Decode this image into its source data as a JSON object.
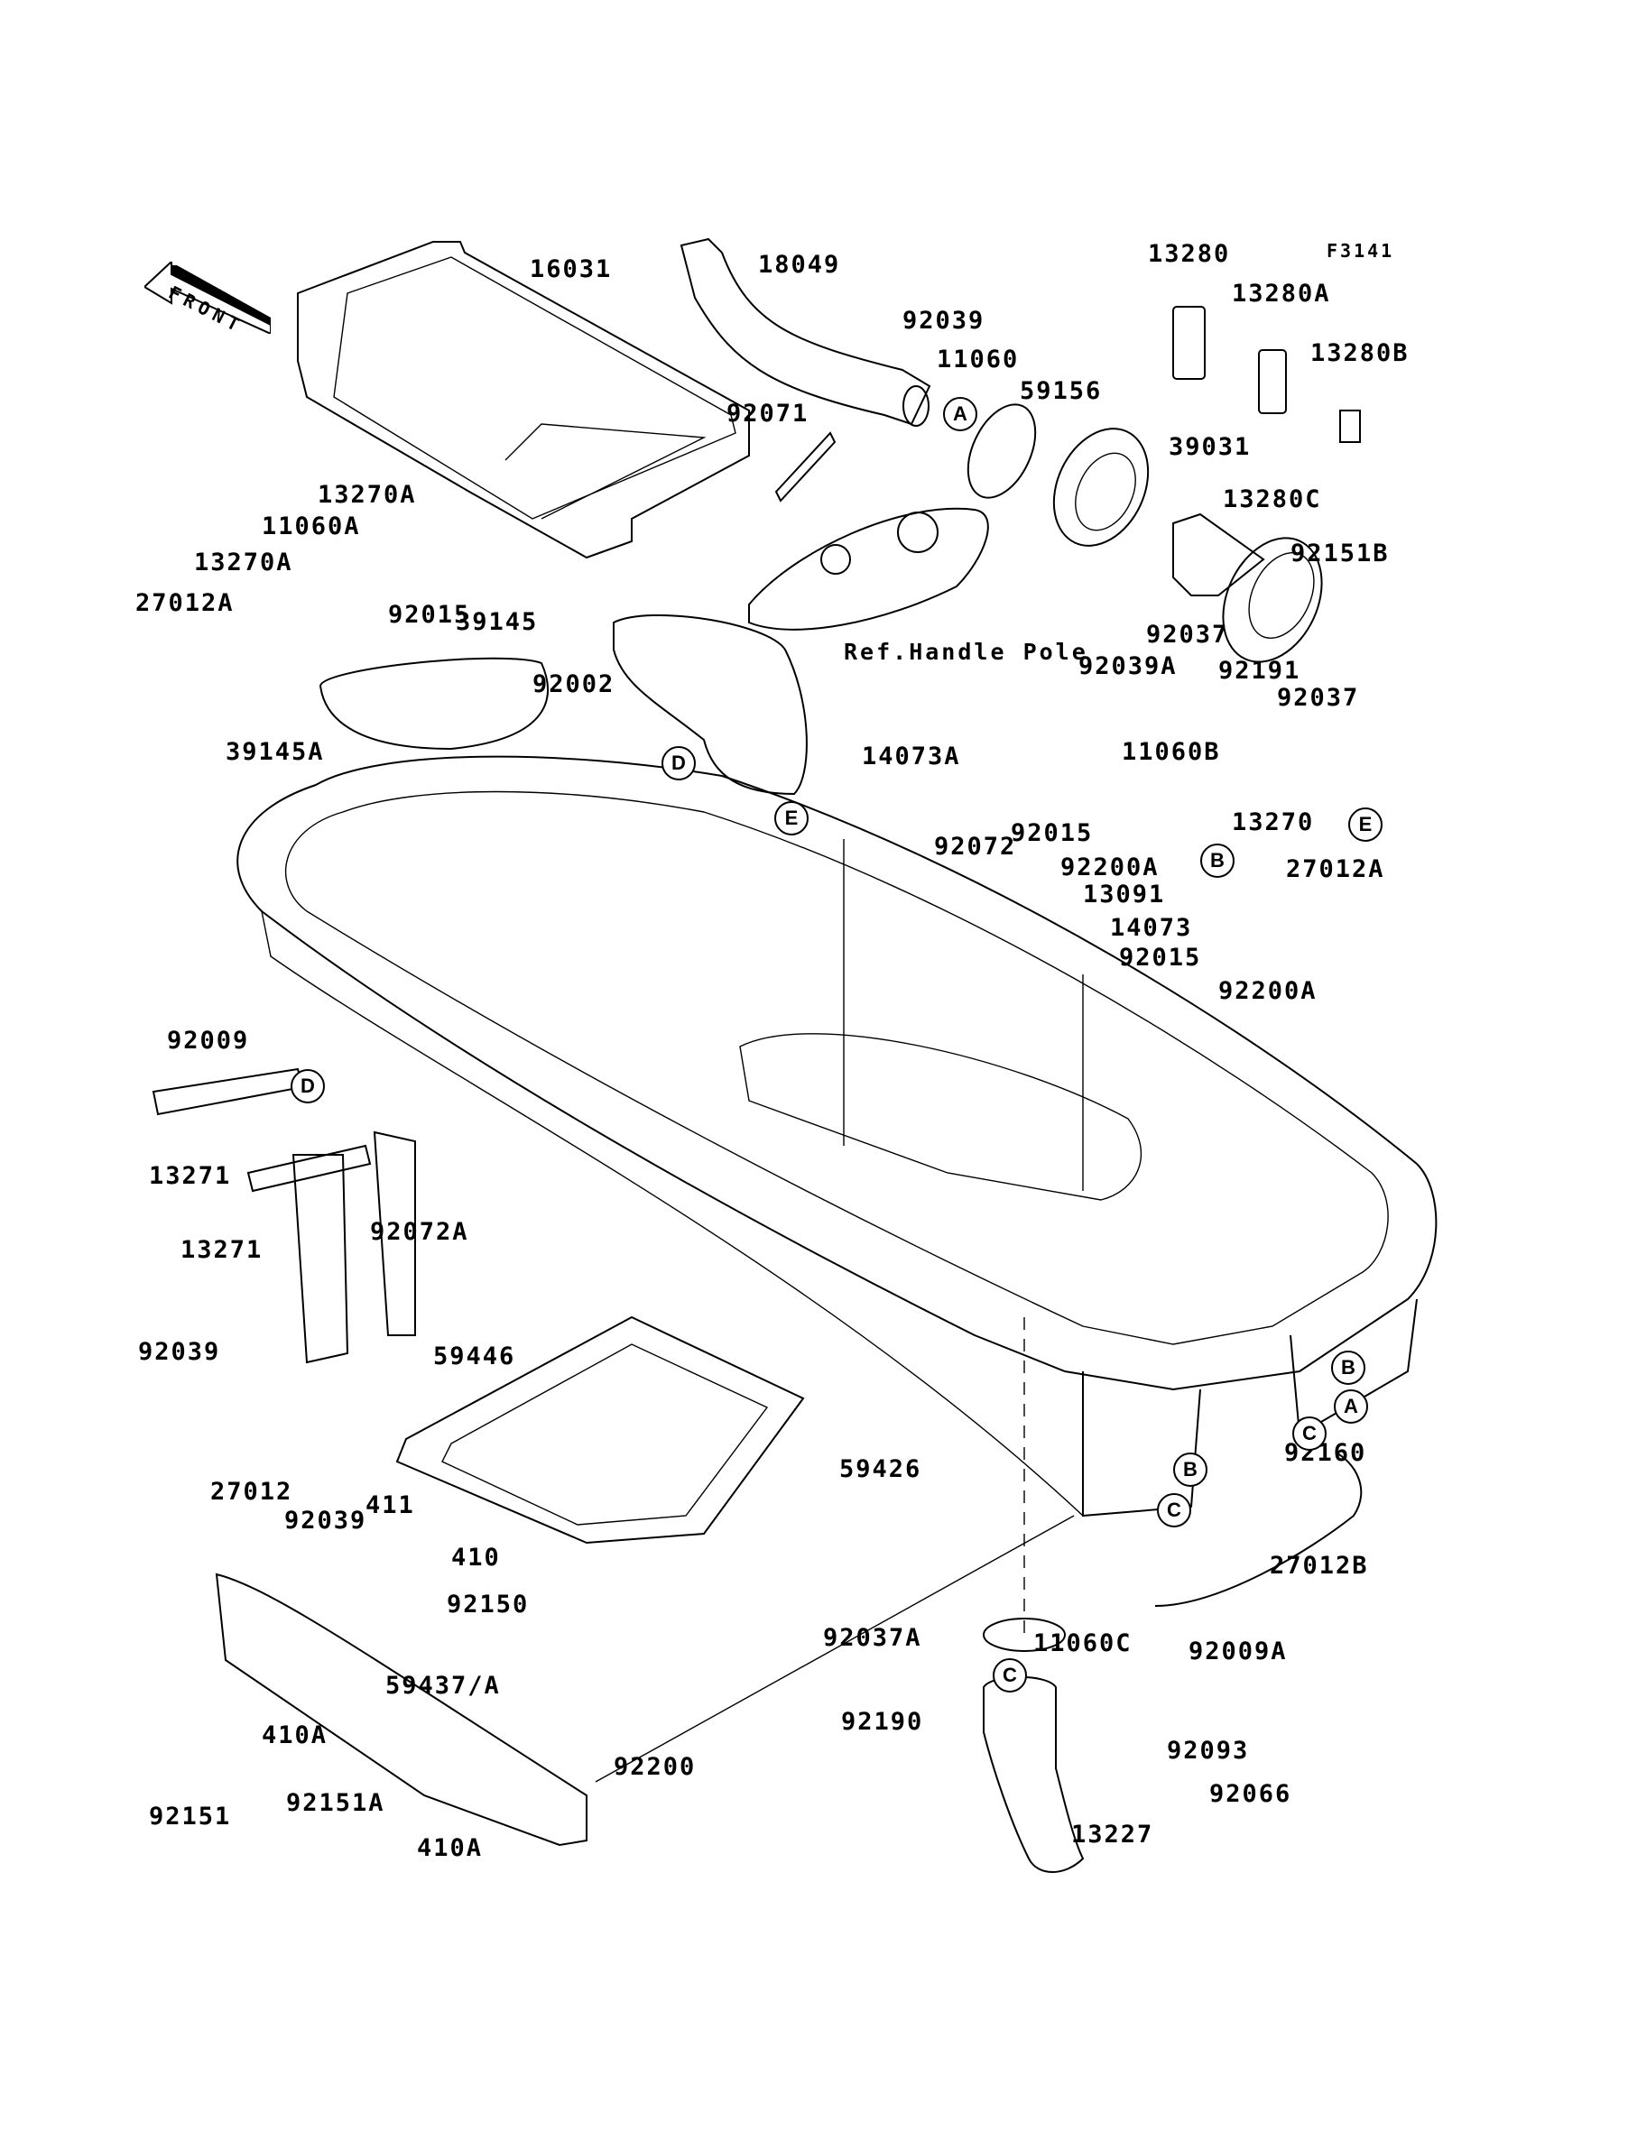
{
  "diagram": {
    "figure_id": "F3141",
    "front_arrow": "FRONT",
    "reference_note": "Ref.Handle Pole",
    "callouts": [
      "A",
      "B",
      "C",
      "D",
      "E"
    ],
    "parts": [
      {
        "id": "p16031",
        "number": "16031"
      },
      {
        "id": "p18049",
        "number": "18049"
      },
      {
        "id": "p92039_top",
        "number": "92039"
      },
      {
        "id": "p11060",
        "number": "11060"
      },
      {
        "id": "p59156",
        "number": "59156"
      },
      {
        "id": "p13280",
        "number": "13280"
      },
      {
        "id": "p13280A",
        "number": "13280A"
      },
      {
        "id": "p13280B",
        "number": "13280B"
      },
      {
        "id": "p39031",
        "number": "39031"
      },
      {
        "id": "p13280C",
        "number": "13280C"
      },
      {
        "id": "p92151B",
        "number": "92151B"
      },
      {
        "id": "p92071",
        "number": "92071"
      },
      {
        "id": "p13270A_1",
        "number": "13270A"
      },
      {
        "id": "p11060A",
        "number": "11060A"
      },
      {
        "id": "p13270A_2",
        "number": "13270A"
      },
      {
        "id": "p27012A_left",
        "number": "27012A"
      },
      {
        "id": "p92015_top",
        "number": "92015"
      },
      {
        "id": "p39145",
        "number": "39145"
      },
      {
        "id": "p39145A",
        "number": "39145A"
      },
      {
        "id": "p92002",
        "number": "92002"
      },
      {
        "id": "p14073A",
        "number": "14073A"
      },
      {
        "id": "p92037_1",
        "number": "92037"
      },
      {
        "id": "p92039A",
        "number": "92039A"
      },
      {
        "id": "p92191",
        "number": "92191"
      },
      {
        "id": "p92037_2",
        "number": "92037"
      },
      {
        "id": "p11060B",
        "number": "11060B"
      },
      {
        "id": "p92015_mid",
        "number": "92015"
      },
      {
        "id": "p92200A_1",
        "number": "92200A"
      },
      {
        "id": "p13270",
        "number": "13270"
      },
      {
        "id": "p27012A_right",
        "number": "27012A"
      },
      {
        "id": "p92072",
        "number": "92072"
      },
      {
        "id": "p13091",
        "number": "13091"
      },
      {
        "id": "p14073",
        "number": "14073"
      },
      {
        "id": "p92015_low",
        "number": "92015"
      },
      {
        "id": "p92200A_2",
        "number": "92200A"
      },
      {
        "id": "p92009",
        "number": "92009"
      },
      {
        "id": "p13271_1",
        "number": "13271"
      },
      {
        "id": "p13271_2",
        "number": "13271"
      },
      {
        "id": "p92072A",
        "number": "92072A"
      },
      {
        "id": "p92039_left",
        "number": "92039"
      },
      {
        "id": "p59446",
        "number": "59446"
      },
      {
        "id": "p27012",
        "number": "27012"
      },
      {
        "id": "p92039_low",
        "number": "92039"
      },
      {
        "id": "p411",
        "number": "411"
      },
      {
        "id": "p410",
        "number": "410"
      },
      {
        "id": "p92150",
        "number": "92150"
      },
      {
        "id": "p59426",
        "number": "59426"
      },
      {
        "id": "p92160",
        "number": "92160"
      },
      {
        "id": "p27012B",
        "number": "27012B"
      },
      {
        "id": "p59437A",
        "number": "59437/A"
      },
      {
        "id": "p410A_1",
        "number": "410A"
      },
      {
        "id": "p92151",
        "number": "92151"
      },
      {
        "id": "p92151A",
        "number": "92151A"
      },
      {
        "id": "p410A_2",
        "number": "410A"
      },
      {
        "id": "p92200",
        "number": "92200"
      },
      {
        "id": "p92037A",
        "number": "92037A"
      },
      {
        "id": "p92190",
        "number": "92190"
      },
      {
        "id": "p11060C",
        "number": "11060C"
      },
      {
        "id": "p92009A",
        "number": "92009A"
      },
      {
        "id": "p92093",
        "number": "92093"
      },
      {
        "id": "p13227",
        "number": "13227"
      },
      {
        "id": "p92066",
        "number": "92066"
      }
    ]
  }
}
